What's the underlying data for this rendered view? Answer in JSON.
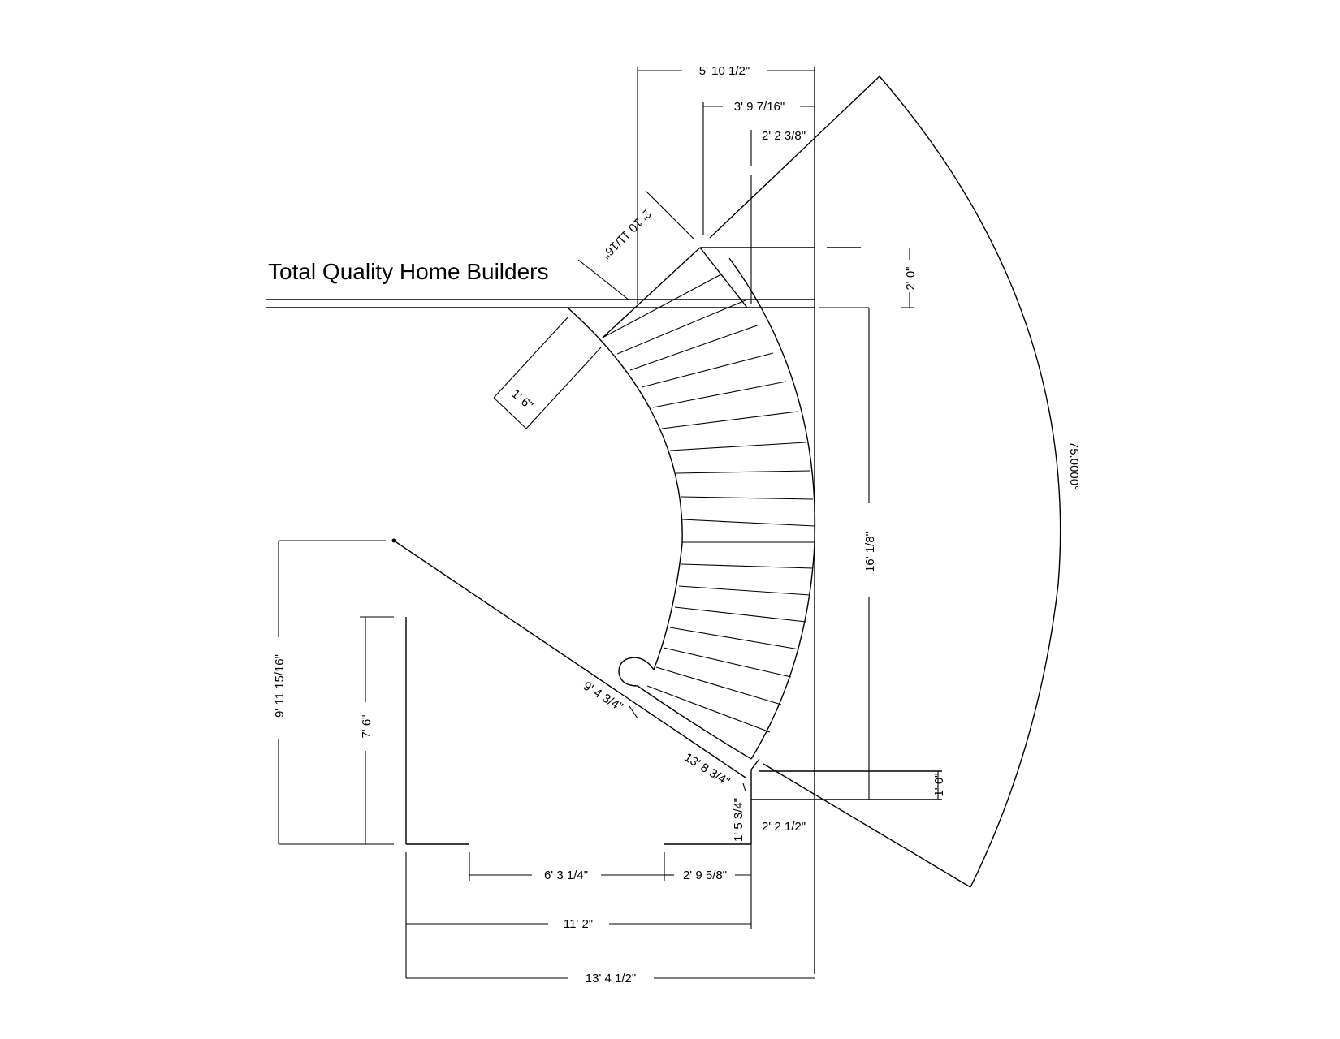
{
  "title": "Total Quality Home Builders",
  "dimensions": {
    "top_width": "5' 10 1/2\"",
    "top_inner": "3' 9 7/16\"",
    "top_small": "2' 2 3/8\"",
    "diag_top": "2' 10 11/16\"",
    "landing_depth": "2' 0\"",
    "tread_width": "1' 6\"",
    "arc_angle": "75.0000°",
    "right_height": "16' 1/8\"",
    "left_outer_height": "9' 11 15/16\"",
    "left_inner_height": "7' 6\"",
    "diag_inner": "9' 4 3/4\"",
    "diag_outer": "13' 8 3/4\"",
    "bottom_step": "1' 0\"",
    "bottom_rise": "1' 5 3/4\"",
    "bottom_right": "2' 2 1/2\"",
    "bottom_mid": "6' 3 1/4\"",
    "bottom_small": "2' 9 5/8\"",
    "bottom_11": "11' 2\"",
    "bottom_total": "13' 4 1/2\""
  }
}
